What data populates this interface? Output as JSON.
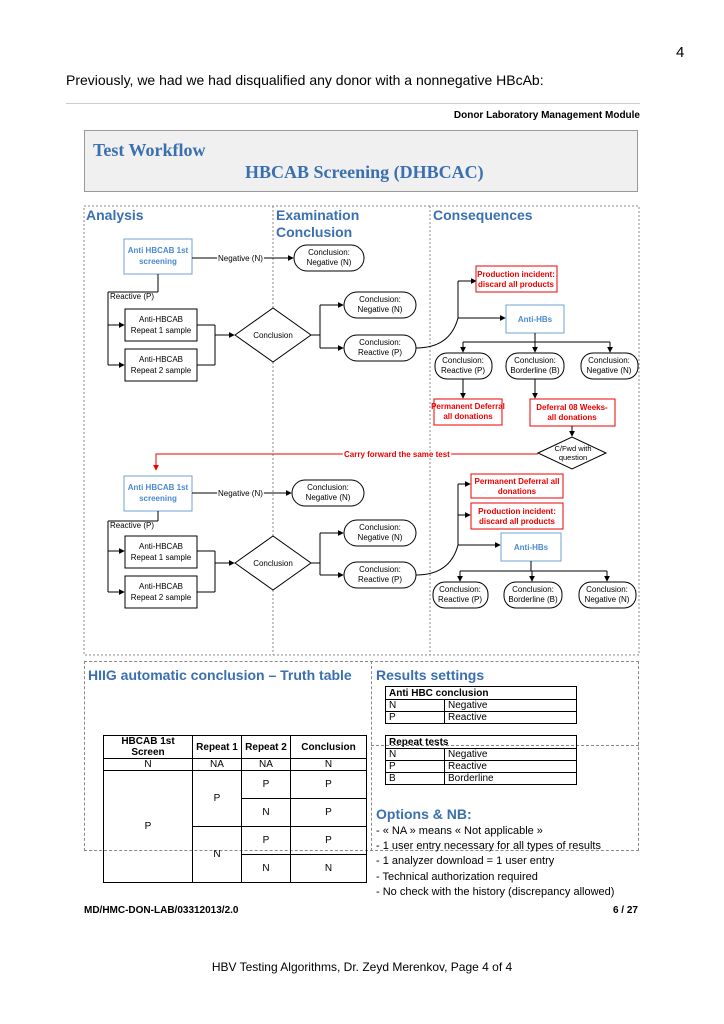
{
  "page": {
    "number": "4",
    "intro": "Previously, we had we had disqualified any donor with a nonnegative HBcAb:",
    "module": "Donor Laboratory Management Module",
    "footer_code": "MD/HMC-DON-LAB/03312013/2.0",
    "footer_page": "6 / 27",
    "bottom_note": "HBV Testing Algorithms, Dr. Zeyd Merenkov, Page 4 of 4"
  },
  "title": {
    "line1": "Test Workflow",
    "line2": "HBCAB Screening (DHBCAC)"
  },
  "columns": {
    "analysis": "Analysis",
    "exam1": "Examination",
    "exam2": "Conclusion",
    "consequences": "Consequences"
  },
  "flow": {
    "first1": "Anti HBCAB 1st",
    "first2": "screening",
    "negative_n": "Negative (N)",
    "reactive_p": "Reactive (P)",
    "repeat_a": "Anti-HBCAB",
    "repeat1": "Repeat 1 sample",
    "repeat2": "Repeat 2 sample",
    "conclusion": "Conclusion",
    "concl": "Conclusion:",
    "neg": "Negative (N)",
    "reac": "Reactive (P)",
    "border": "Borderline (B)",
    "prod1": "Production incident:",
    "prod2": "discard all products",
    "antihbs": "Anti-HBs",
    "perm1": "Permanent Deferral",
    "perm2": "all donations",
    "perm_b1": "Permanent Deferral all",
    "perm_b2": "donations",
    "def1": "Deferral 08 Weeks-",
    "def2": "all donations",
    "cfwd1": "C/Fwd with",
    "cfwd2": "question",
    "carry": "Carry forward the same test"
  },
  "truth": {
    "title": "HIIG automatic conclusion – Truth table",
    "headers": [
      "HBCAB 1st Screen",
      "Repeat 1",
      "Repeat 2",
      "Conclusion"
    ],
    "row_n": [
      "N",
      "NA",
      "NA",
      "N"
    ],
    "p": "P",
    "n": "N"
  },
  "results": {
    "title": "Results settings",
    "t1_title": "Anti HBC conclusion",
    "t1_rows": [
      [
        "N",
        "Negative"
      ],
      [
        "P",
        "Reactive"
      ]
    ],
    "t2_title": "Repeat tests",
    "t2_rows": [
      [
        "N",
        "Negative"
      ],
      [
        "P",
        "Reactive"
      ],
      [
        "B",
        "Borderline"
      ]
    ]
  },
  "options": {
    "title": "Options & NB:",
    "items": [
      "- « NA » means « Not applicable »",
      "- 1 user entry necessary for all types of results",
      "- 1 analyzer download = 1 user entry",
      "- Technical authorization required",
      "- No check with the history (discrepancy allowed)"
    ]
  },
  "colors": {
    "accent": "#3a6fb0",
    "blue_box": "#6fa0d8",
    "red": "#e00000"
  }
}
